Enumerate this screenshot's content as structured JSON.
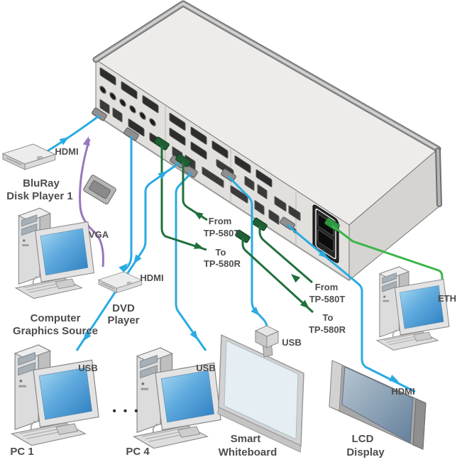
{
  "labels": {
    "bluray_hdmi": "HDMI",
    "bluray_name_1": "BluRay",
    "bluray_name_2": "Disk Player 1",
    "vga": "VGA",
    "cgs_name_1": "Computer",
    "cgs_name_2": "Graphics Source",
    "dvd_hdmi": "HDMI",
    "dvd_name_1": "DVD",
    "dvd_name_2": "Player",
    "tp_left_from_1": "From",
    "tp_left_from_2": "TP-580T",
    "tp_left_to_1": "To",
    "tp_left_to_2": "TP-580R",
    "tp_right_from_1": "From",
    "tp_right_from_2": "TP-580T",
    "tp_right_to_1": "To",
    "tp_right_to_2": "TP-580R",
    "wb_usb": "USB",
    "pc1_usb": "USB",
    "pc4_usb": "USB",
    "pc1_name": "PC 1",
    "pc4_name": "PC 4",
    "ellipsis": "• • •",
    "wb_name_1": "Smart",
    "wb_name_2": "Whiteboard",
    "lcd_name_1": "LCD",
    "lcd_name_2": "Display",
    "eth": "ETH",
    "lcd_hdmi": "HDMI"
  },
  "colors": {
    "hdmi_usb_cable": "#29abe2",
    "vga_cable": "#9878bc",
    "twisted_pair_cable": "#21703c",
    "ethernet_cable": "#3cb44a",
    "label_text": "#4d4d4d"
  }
}
